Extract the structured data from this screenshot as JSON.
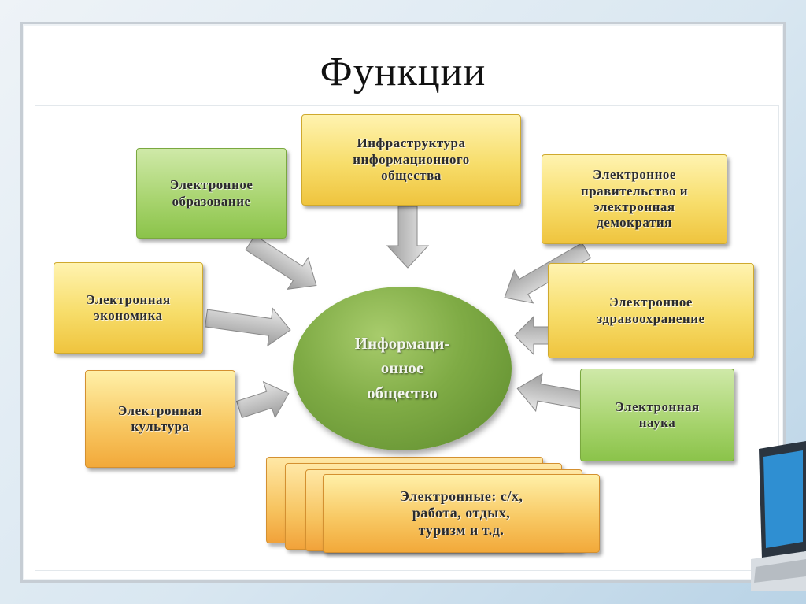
{
  "slide": {
    "title": "Функции"
  },
  "diagram": {
    "center": "Информаци-\nонное\nобщество",
    "nodes": {
      "infrastructure": "Инфраструктура\nинформационного\nобщества",
      "education": "Электронное\nобразование",
      "government": "Электронное\nправительство и\nэлектронная\nдемократия",
      "economy": "Электронная\nэкономика",
      "healthcare": "Электронное\nздравоохранение",
      "culture": "Электронная\nкультура",
      "science": "Электронная\nнаука",
      "other": "Электронные: с/х,\nработа, отдых,\nтуризм и т.д."
    },
    "colors": {
      "green": "#8bc34a",
      "yellow": "#f7dd6a",
      "orange": "#f2a93a",
      "center": "#6f9b3a",
      "arrow": "#b9b9b9"
    }
  }
}
